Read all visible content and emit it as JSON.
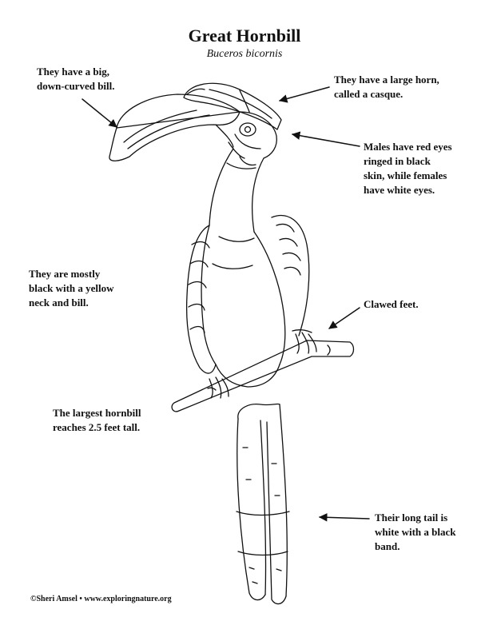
{
  "header": {
    "title": "Great Hornbill",
    "subtitle": "Buceros bicornis"
  },
  "notes": {
    "bill": [
      "They have a big,",
      "down-curved bill."
    ],
    "horn": [
      "They have a large horn,",
      "called a casque."
    ],
    "eyes": [
      "Males have red eyes",
      "ringed in black",
      "skin, while females",
      "have white eyes."
    ],
    "color": [
      "They are mostly",
      "black with a yellow",
      "neck and bill."
    ],
    "feet": [
      "Clawed feet."
    ],
    "size": [
      "The largest hornbill",
      "reaches 2.5 feet tall."
    ],
    "tail": [
      "Their long tail is",
      "white with a black",
      "band."
    ]
  },
  "footer": {
    "credit": "©Sheri Amsel • www.exploringnature.org"
  },
  "style": {
    "line_color": "#111111",
    "background": "#ffffff"
  }
}
